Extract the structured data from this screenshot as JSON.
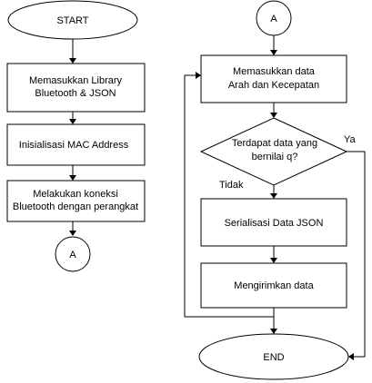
{
  "flowchart": {
    "start_label": "START",
    "step_library_line1": "Memasukkan Library",
    "step_library_line2": "Bluetooth & JSON",
    "step_mac_label": "Inisialisasi MAC Address",
    "step_connect_line1": "Melakukan koneksi",
    "step_connect_line2": "Bluetooth dengan perangkat",
    "connector_left_label": "A",
    "connector_right_label": "A",
    "step_input_line1": "Memasukkan data",
    "step_input_line2": "Arah dan Kecepatan",
    "decision_line1": "Terdapat data yang",
    "decision_line2": "bernilai q?",
    "decision_yes_label": "Ya",
    "decision_no_label": "Tidak",
    "step_serialize_label": "Serialisasi Data JSON",
    "step_send_label": "Mengirimkan data",
    "end_label": "END"
  }
}
